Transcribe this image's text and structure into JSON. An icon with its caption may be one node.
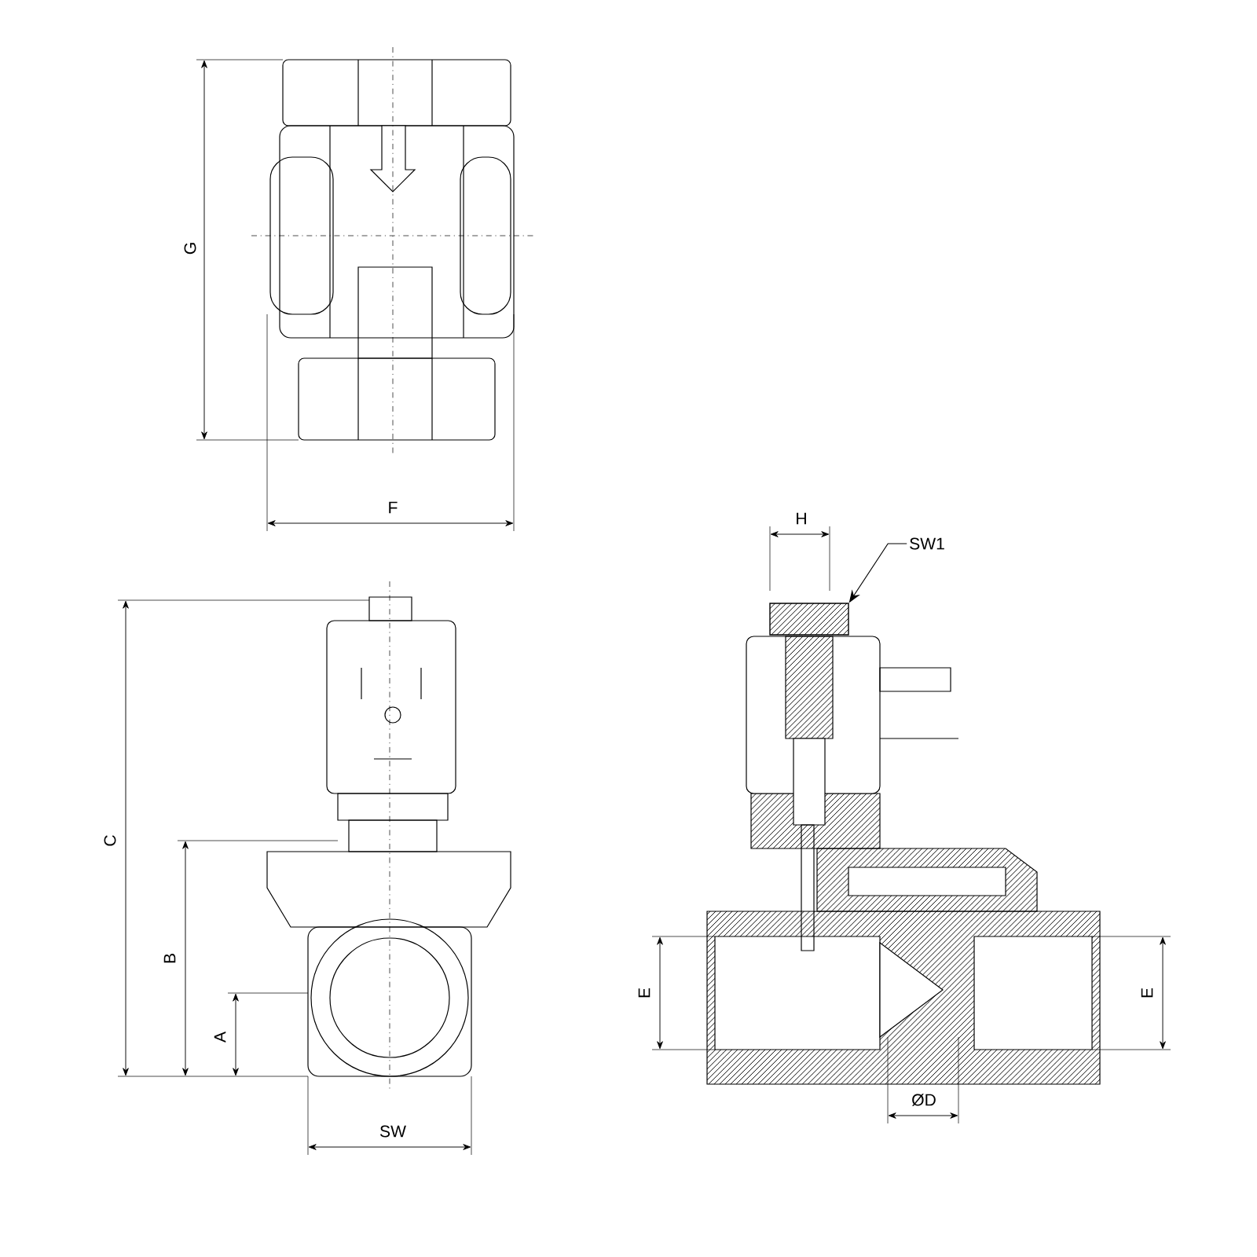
{
  "diagram": {
    "nodes": [
      {
        "text": [
          "SW1"
        ]
      },
      {
        "text": [],
        "shape": "picture"
      }
    ],
    "edges": [
      {
        "from": 0,
        "to": 1,
        "arrow": "to"
      }
    ],
    "labels": [
      "G",
      "F",
      "C",
      "B",
      "A",
      "SW",
      "H",
      "E",
      "E",
      "ØD"
    ]
  }
}
